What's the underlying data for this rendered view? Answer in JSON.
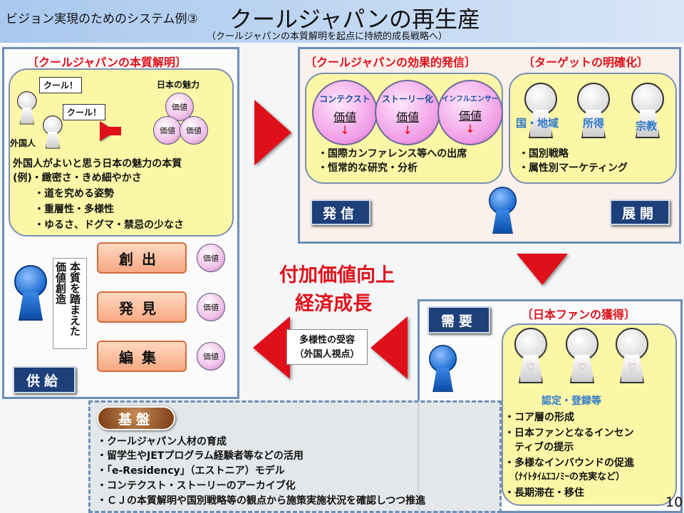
{
  "header": {
    "series_title": "ビジョン実現のためのシステム例③",
    "title": "クールジャパンの再生産",
    "subtitle": "（クールジャパンの本質解明を起点に持続的成長戦略へ）"
  },
  "essence": {
    "heading": "〔クールジャパンの本質解明〕",
    "speech1": "クール！",
    "speech2": "クール！",
    "foreigner": "外国人",
    "charm_label": "日本の魅力",
    "value": "価値",
    "lines": [
      "外国人がよいと思う日本の魅力の本質",
      "(例)・緻密さ・きめ細やかさ",
      "・道を究める姿勢",
      "・重層性・多様性",
      "・ゆるさ、ドグマ・禁忌の少なさ"
    ]
  },
  "supply": {
    "vertical_label": "本質を踏まえた価値創造",
    "buttons": [
      "創出",
      "発見",
      "編集"
    ],
    "value": "価値",
    "label": "供給"
  },
  "transmit": {
    "heading1": "〔クールジャパンの効果的発信〕",
    "heading2": "〔ターゲットの明確化〕",
    "circles": [
      {
        "title": "コンテクスト",
        "value": "価値"
      },
      {
        "title": "ストーリー化",
        "value": "価値"
      },
      {
        "title": "インフルエンサー",
        "value": "価値"
      }
    ],
    "bullets": [
      "・国際カンファレンス等への出席",
      "・恒常的な研究・分析"
    ],
    "targets": [
      "国・地域",
      "所得",
      "宗教"
    ],
    "target_bullets": [
      "・国別戦略",
      "・属性別マーケティング"
    ],
    "btn_send": "発信",
    "btn_expand": "展開"
  },
  "center": {
    "line1": "付加価値向上",
    "line2": "経済成長",
    "diversity": "多様性の受容",
    "diversity_sub": "（外国人視点）"
  },
  "demand": {
    "label": "需要",
    "heading": "〔日本ファンの獲得〕",
    "cert": "認定・登録等",
    "bullets": [
      "・コア層の形成",
      "・日本ファンとなるインセン",
      "　ティブの提示",
      "・多様なインバウンドの促進",
      "　（ﾅｲﾄﾀｲﾑｴｺﾉﾐｰの充実など）",
      "・長期滞在・移住"
    ]
  },
  "base": {
    "label": "基盤",
    "bullets": [
      "・クールジャパン人材の育成",
      "・留学生やJETプログラム経験者等などの活用",
      "・「e-Residency」（エストニア）モデル",
      "・コンテクスト・ストーリーのアーカイブ化",
      "・ＣＪの本質解明や国別戦略等の観点から施策実施状況を確認しつつ推進"
    ]
  },
  "page_number": "10",
  "colors": {
    "accent_red": "#e0101a",
    "navy": "#1d3f7a",
    "bubble": "#fbf7a6"
  }
}
